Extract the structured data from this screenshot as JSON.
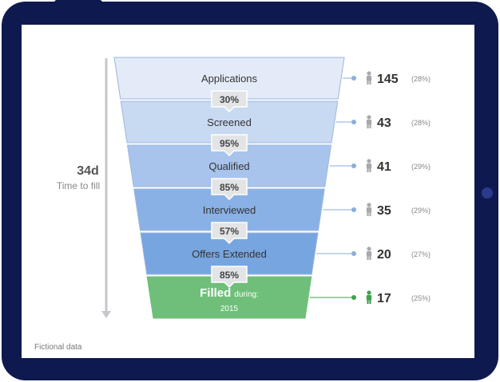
{
  "summary": {
    "value": "34d",
    "label": "Time to fill"
  },
  "footnote": "Fictional data",
  "colors": {
    "frame": "#0E1A4F",
    "screen": "#FFFFFF",
    "connector": "#8AAEDC",
    "person": "#A7A9AC",
    "filled": "#6FBF7A",
    "filled_person": "#3FA14E",
    "arrow": "#C4C7CC",
    "badge": "#E3E4E6"
  },
  "chart_data": {
    "type": "funnel",
    "stages": [
      {
        "label": "Applications",
        "count": 145,
        "share": "(28%)",
        "color": "#E4EBF8",
        "conversion": "30%"
      },
      {
        "label": "Screened",
        "count": 43,
        "share": "(28%)",
        "color": "#C8DAF2",
        "conversion": "95%"
      },
      {
        "label": "Qualified",
        "count": 41,
        "share": "(29%)",
        "color": "#A8C4EC",
        "conversion": "85%"
      },
      {
        "label": "Interviewed",
        "count": 35,
        "share": "(29%)",
        "color": "#8AB1E5",
        "conversion": "57%"
      },
      {
        "label": "Offers Extended",
        "count": 20,
        "share": "(27%)",
        "color": "#77A5E0",
        "conversion": "85%"
      },
      {
        "label": "Filled",
        "suffix": "during:",
        "year": "2015",
        "count": 17,
        "share": "(25%)",
        "color": "#6FBF7A"
      }
    ]
  }
}
